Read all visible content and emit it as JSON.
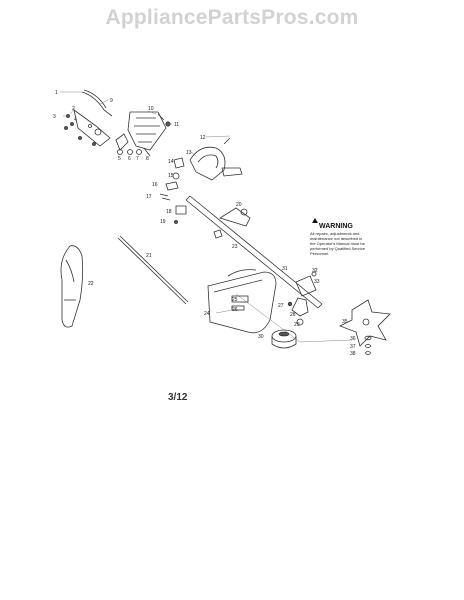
{
  "watermark": "AppliancePartsPros.com",
  "warning": {
    "heading": "WARNING",
    "lines": [
      "All repairs, adjustments and",
      "maintenance not described in",
      "the Operator's Manual must be",
      "performed by Qualified Service",
      "Personnel."
    ]
  },
  "page_number": "3/12",
  "callouts": [
    "1",
    "2",
    "3",
    "4",
    "5",
    "6",
    "7",
    "8",
    "9",
    "10",
    "11",
    "12",
    "13",
    "14",
    "15",
    "16",
    "17",
    "18",
    "19",
    "20",
    "21",
    "22",
    "23",
    "24",
    "25",
    "26",
    "27",
    "28",
    "29",
    "30",
    "31",
    "32",
    "33",
    "35",
    "36",
    "37",
    "38"
  ]
}
